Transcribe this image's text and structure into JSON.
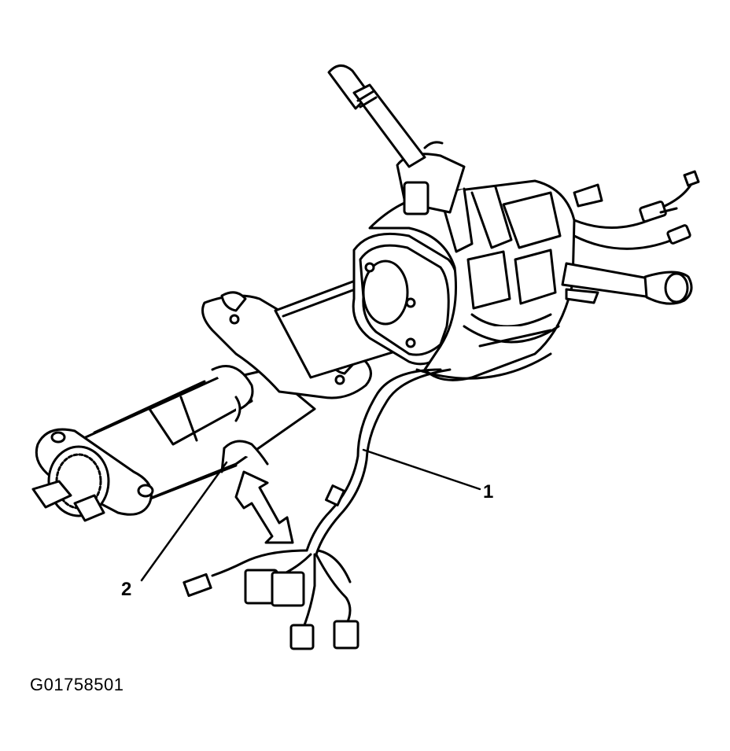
{
  "callouts": [
    {
      "number": "1",
      "part": "wiring-harness"
    },
    {
      "number": "2",
      "part": "harness-retaining-clip"
    }
  ],
  "figure_id": "G01758501",
  "colors": {
    "line": "#000000",
    "background": "#ffffff",
    "fill": "#ffffff"
  }
}
